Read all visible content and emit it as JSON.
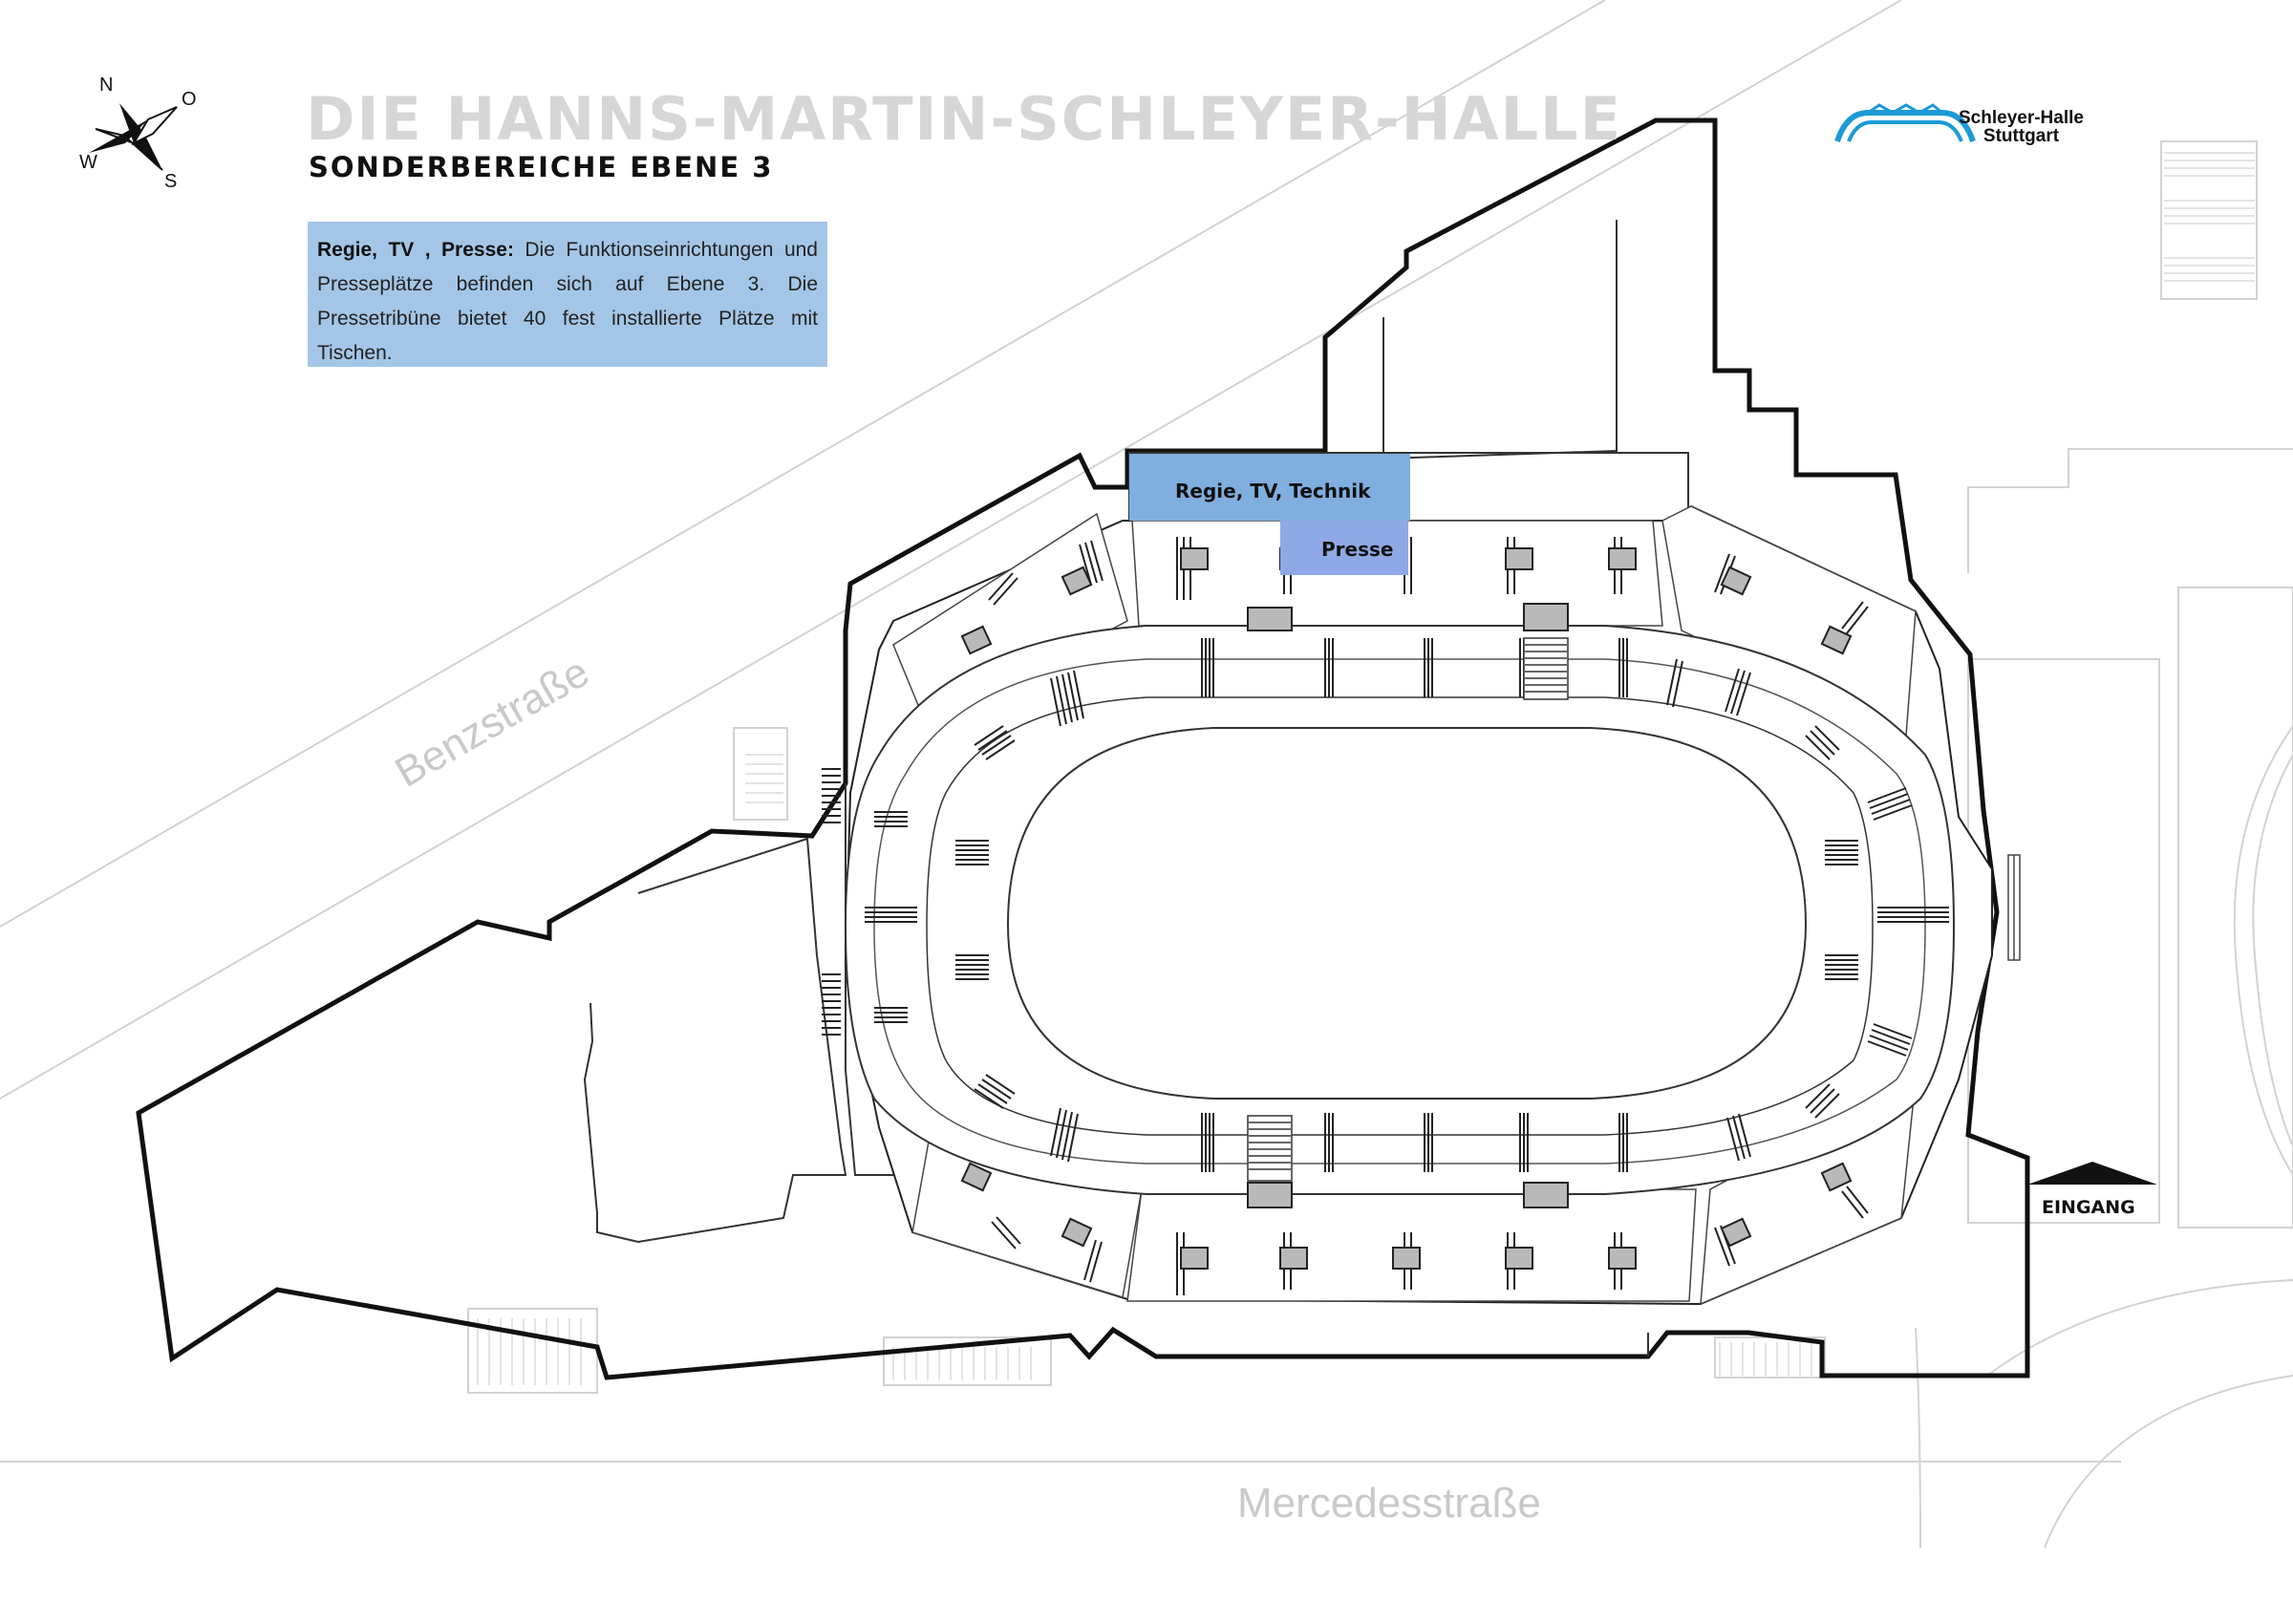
{
  "title": "DIE HANNS-MARTIN-SCHLEYER-HALLE",
  "subtitle": "SONDERBEREICHE EBENE 3",
  "info": {
    "heading": "Regie, TV , Presse:",
    "text": " Die Funktionseinrichtungen und Presseplätze befinden sich auf Ebene 3. Die Pressetribüne bietet 40 fest installierte Plätze mit Tischen."
  },
  "logo": {
    "line1": "Schleyer-Halle",
    "line2": "Stuttgart"
  },
  "compass": {
    "n": "N",
    "o": "O",
    "s": "S",
    "w": "W"
  },
  "labels": {
    "regie": "Regie, TV, Technik",
    "presse": "Presse",
    "eingang": "EINGANG"
  },
  "streets": {
    "benz": "Benzstraße",
    "mercedes": "Mercedesstraße"
  },
  "colors": {
    "regie_highlight": "#80aede",
    "presse_highlight": "#8fa9e6",
    "info_box": "#a4c6e6",
    "title_gray": "#d6d6d6",
    "street_gray": "#c9c9c9"
  }
}
